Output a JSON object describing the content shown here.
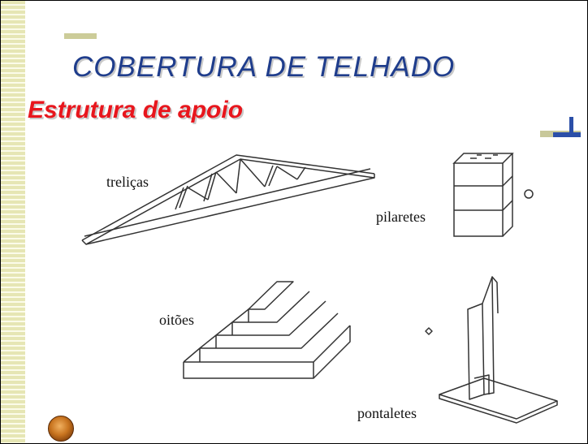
{
  "slide": {
    "title": "COBERTURA DE TELHADO",
    "subtitle": "Estrutura de apoio"
  },
  "figures": {
    "trelicas": "treliças",
    "pilaretes": "pilaretes",
    "oitoes": "oitões",
    "pontaletes": "pontaletes"
  },
  "colors": {
    "title": "#1f3d8c",
    "subtitle": "#e8161d",
    "stripe": "#e6e6b4"
  }
}
